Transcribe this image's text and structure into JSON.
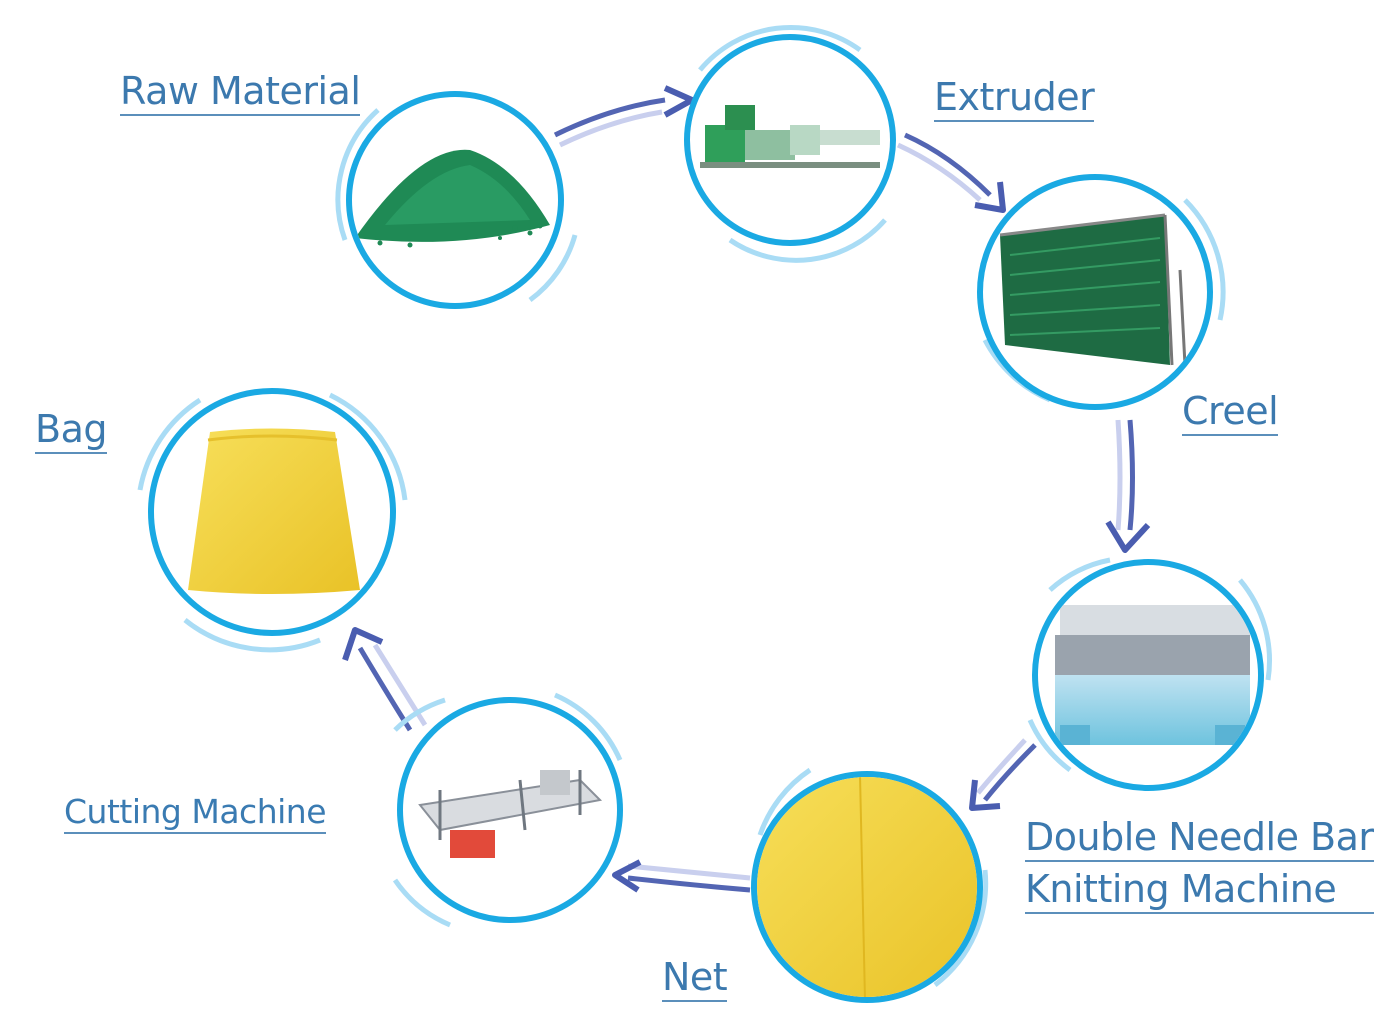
{
  "colors": {
    "ring": "#1aa9e3",
    "ring_light": "#a9dcf5",
    "arrow_dark": "#5365b3",
    "arrow_light": "#c9cfee",
    "label": "#3c79ae",
    "pellet_green": "#1f8a55",
    "bag_yellow": "#f3d33a"
  },
  "stages": [
    {
      "id": "raw-material",
      "label": "Raw Material",
      "icon": "green-pellets-image"
    },
    {
      "id": "extruder",
      "label": "Extruder",
      "icon": "extruder-machine-image"
    },
    {
      "id": "creel",
      "label": "Creel",
      "icon": "creel-rack-image"
    },
    {
      "id": "knitting-machine",
      "label_lines": [
        "Double Needle Bar",
        "Knitting Machine"
      ],
      "icon": "knitting-machine-image"
    },
    {
      "id": "net",
      "label": "Net",
      "icon": "yellow-net-image"
    },
    {
      "id": "cutting-machine",
      "label": "Cutting Machine",
      "icon": "cutting-machine-image"
    },
    {
      "id": "bag",
      "label": "Bag",
      "icon": "yellow-bag-image"
    }
  ]
}
